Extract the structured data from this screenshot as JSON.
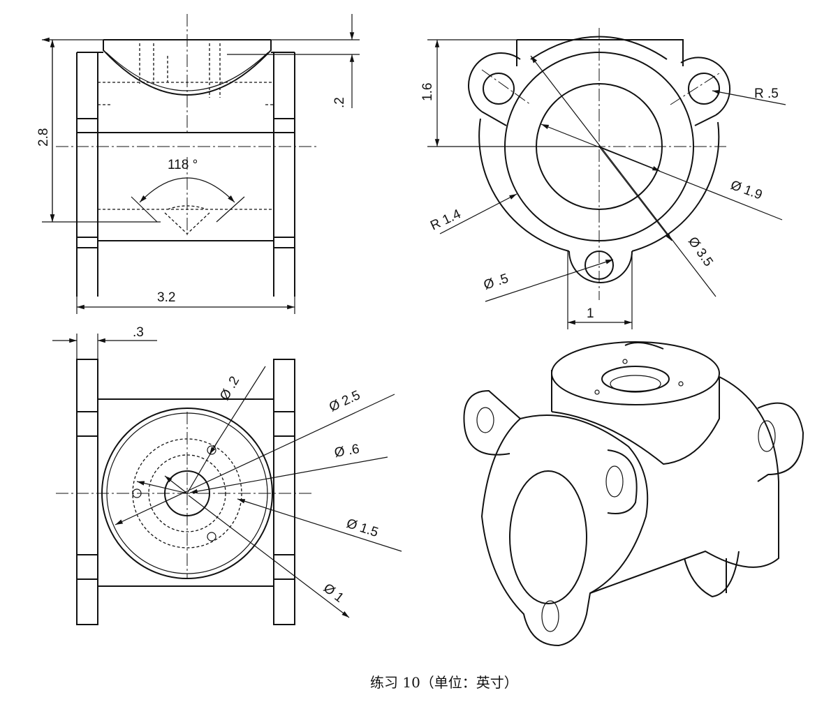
{
  "front_view": {
    "height": "2.8",
    "top_depth": ".2",
    "angle": "118 °",
    "width": "3.2"
  },
  "top_view": {
    "height": "1.6",
    "lug_radius": "R .5",
    "inner_dia": "Ø  1.9",
    "outer_radius": "R 1.4",
    "outer_dia": "Ø  3.5",
    "hole_dia": "Ø  .5",
    "lug_width": "1"
  },
  "side_view": {
    "flange": ".3",
    "small_hole": "Ø  .2",
    "outer_dia": "Ø  2.5",
    "bore_dia": "Ø  .6",
    "bolt_circle": "Ø  1.5",
    "inner_circle": "Ø  1"
  },
  "caption": "练习 10（单位：英寸）"
}
